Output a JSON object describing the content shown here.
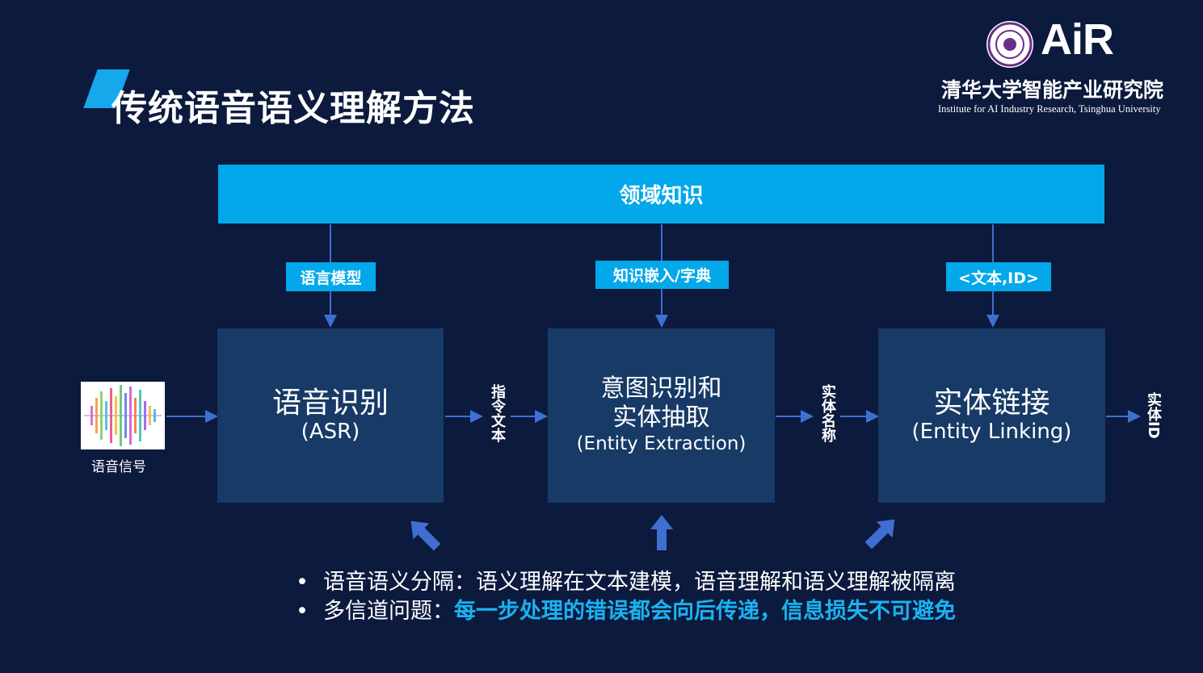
{
  "slide": {
    "title": "传统语音语义理解方法"
  },
  "logo": {
    "brand": "AiR",
    "cn_name": "清华大学智能产业研究院",
    "en_name": "Institute for AI Industry Research, Tsinghua University"
  },
  "diagram": {
    "domain_knowledge": "领域知识",
    "labels": {
      "asr_input": "语言模型",
      "extraction_input": "知识嵌入/字典",
      "linking_input": "<文本,ID>"
    },
    "signal_caption": "语音信号",
    "boxes": {
      "asr": {
        "title": "语音识别",
        "subtitle": "(ASR)"
      },
      "extraction": {
        "title_line1": "意图识别和",
        "title_line2": "实体抽取",
        "subtitle": "(Entity Extraction)"
      },
      "linking": {
        "title": "实体链接",
        "subtitle": "(Entity Linking)"
      }
    },
    "flow_labels": {
      "after_asr": "指令文本",
      "after_extraction": "实体名称",
      "after_linking": "实体ID"
    }
  },
  "bullets": [
    {
      "text": "语音语义分隔：语义理解在文本建模，语音理解和语义理解被隔离",
      "highlight": ""
    },
    {
      "text": "多信道问题：",
      "highlight": "每一步处理的错误都会向后传递，信息损失不可避免"
    }
  ],
  "colors": {
    "background": "#0c1a3d",
    "accent": "#02a8ea",
    "box": "#173a66",
    "arrow": "#3f6fd1",
    "highlight_text": "#19b3f2"
  }
}
